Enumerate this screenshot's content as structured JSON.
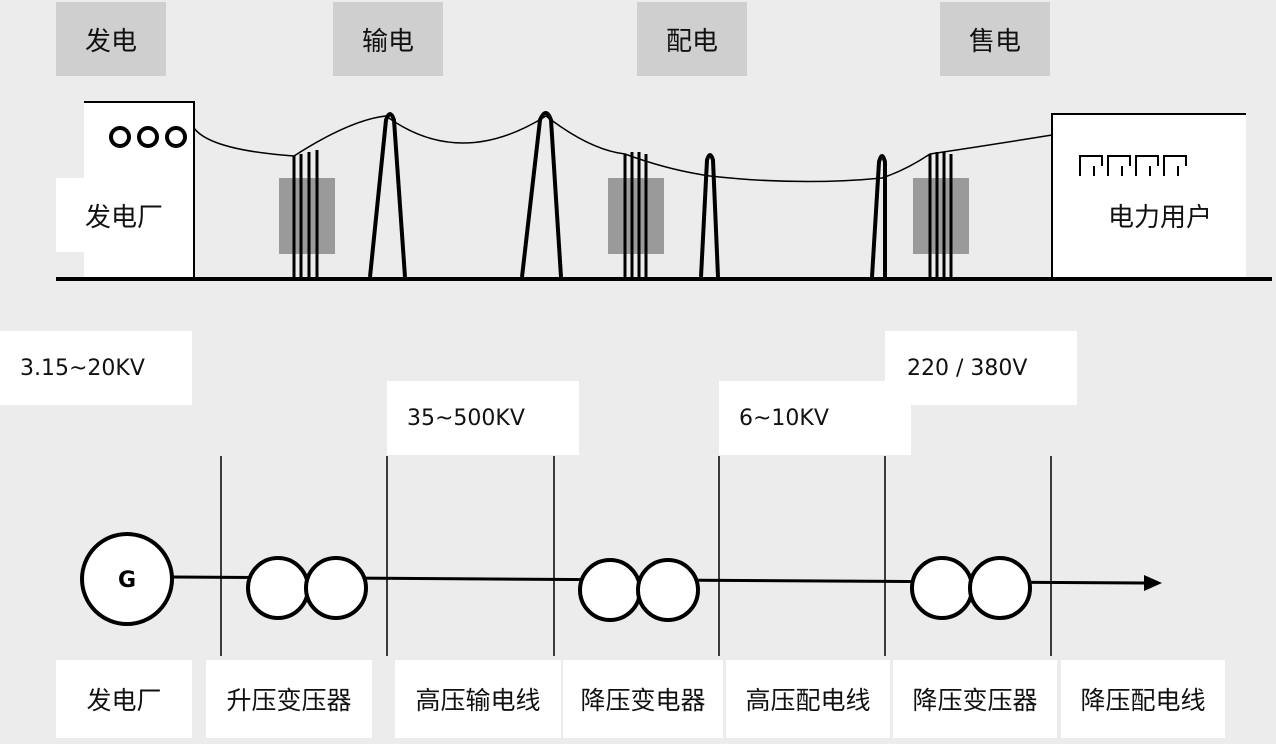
{
  "stages": [
    {
      "id": "generation",
      "label": "发电"
    },
    {
      "id": "transmission",
      "label": "输电"
    },
    {
      "id": "distribution",
      "label": "配电"
    },
    {
      "id": "sales",
      "label": "售电"
    }
  ],
  "top_labels": {
    "power_plant": "发电厂",
    "power_user": "电力用户"
  },
  "voltages": [
    {
      "id": "generator",
      "label": "3.15~20KV"
    },
    {
      "id": "transmission",
      "label": "35~500KV"
    },
    {
      "id": "distribution",
      "label": "6~10KV"
    },
    {
      "id": "user",
      "label": "220 / 380V"
    }
  ],
  "generator_symbol": "G",
  "bottom_labels": [
    {
      "id": "power-plant",
      "label": "发电厂"
    },
    {
      "id": "step-up-transformer",
      "label": "升压变压器"
    },
    {
      "id": "hv-transmission-line",
      "label": "高压输电线"
    },
    {
      "id": "step-down-substation",
      "label": "降压变电器"
    },
    {
      "id": "hv-distribution-line",
      "label": "高压配电线"
    },
    {
      "id": "step-down-transformer",
      "label": "降压变压器"
    },
    {
      "id": "step-down-distribution-line",
      "label": "降压配电线"
    }
  ],
  "colors": {
    "stage_box": "#cfcfcf",
    "label_bg": "#ffffff",
    "transformer_block": "#9a9a9a",
    "line": "#000000"
  }
}
